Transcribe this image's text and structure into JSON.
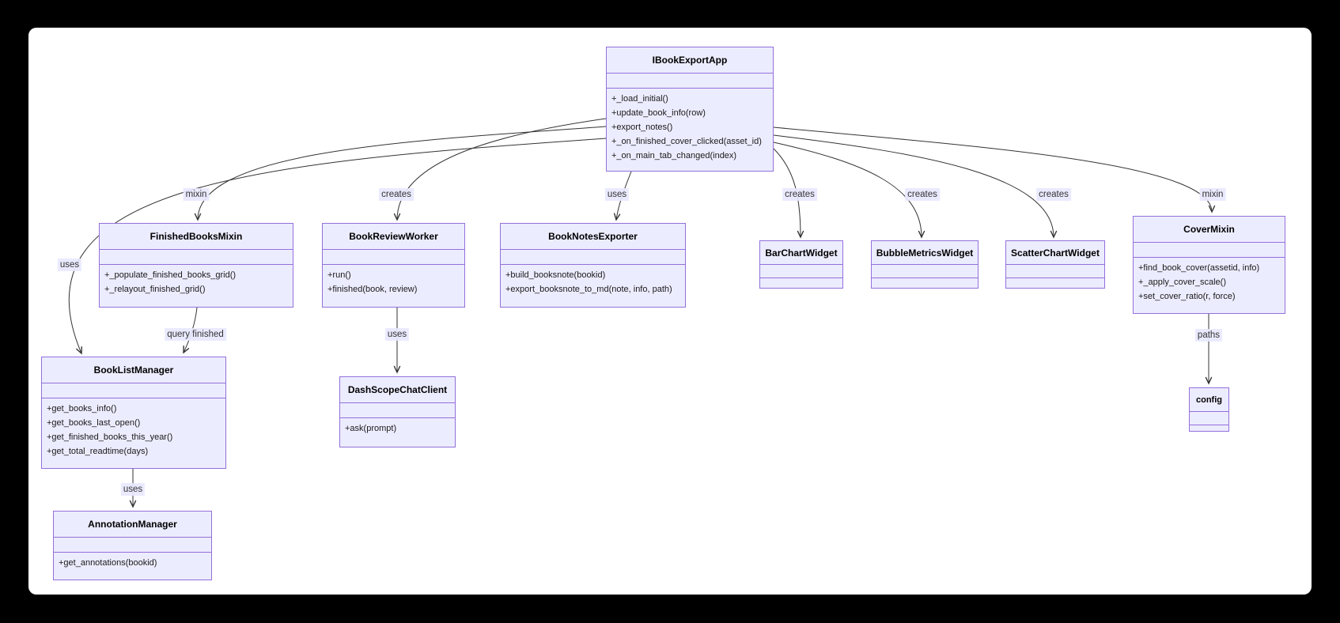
{
  "diagram": {
    "classes": {
      "IBookExportApp": {
        "title": "IBookExportApp",
        "methods": [
          "+_load_initial()",
          "+update_book_info(row)",
          "+export_notes()",
          "+_on_finished_cover_clicked(asset_id)",
          "+_on_main_tab_changed(index)"
        ]
      },
      "FinishedBooksMixin": {
        "title": "FinishedBooksMixin",
        "methods": [
          "+_populate_finished_books_grid()",
          "+_relayout_finished_grid()"
        ]
      },
      "BookReviewWorker": {
        "title": "BookReviewWorker",
        "methods": [
          "+run()",
          "+finished(book, review)"
        ]
      },
      "BookNotesExporter": {
        "title": "BookNotesExporter",
        "methods": [
          "+build_booksnote(bookid)",
          "+export_booksnote_to_md(note, info, path)"
        ]
      },
      "BarChartWidget": {
        "title": "BarChartWidget",
        "methods": []
      },
      "BubbleMetricsWidget": {
        "title": "BubbleMetricsWidget",
        "methods": []
      },
      "ScatterChartWidget": {
        "title": "ScatterChartWidget",
        "methods": []
      },
      "CoverMixin": {
        "title": "CoverMixin",
        "methods": [
          "+find_book_cover(assetid, info)",
          "+_apply_cover_scale()",
          "+set_cover_ratio(r, force)"
        ]
      },
      "BookListManager": {
        "title": "BookListManager",
        "methods": [
          "+get_books_info()",
          "+get_books_last_open()",
          "+get_finished_books_this_year()",
          "+get_total_readtime(days)"
        ]
      },
      "DashScopeChatClient": {
        "title": "DashScopeChatClient",
        "methods": [
          "+ask(prompt)"
        ]
      },
      "AnnotationManager": {
        "title": "AnnotationManager",
        "methods": [
          "+get_annotations(bookid)"
        ]
      },
      "config": {
        "title": "config",
        "methods": []
      }
    },
    "edge_labels": {
      "app_finishedbooksmixin": "mixin",
      "app_bookreviewworker": "creates",
      "app_booknotesexporter": "uses",
      "app_barchartwidget": "creates",
      "app_bubblemetricswidget": "creates",
      "app_scatterchartwidget": "creates",
      "app_covermixin": "mixin",
      "app_booklistmanager": "uses",
      "finishedbooksmixin_booklistmanager": "query finished",
      "bookreviewworker_dashscopechatclient": "uses",
      "booklistmanager_annotationmanager": "uses",
      "covermixin_config": "paths"
    },
    "colors": {
      "class_fill": "#ECECFF",
      "class_border": "#9370DB",
      "edge": "#333333",
      "label_bg": "#ECECFF",
      "canvas_bg": "#FFFFFF",
      "page_bg": "#000000"
    }
  }
}
